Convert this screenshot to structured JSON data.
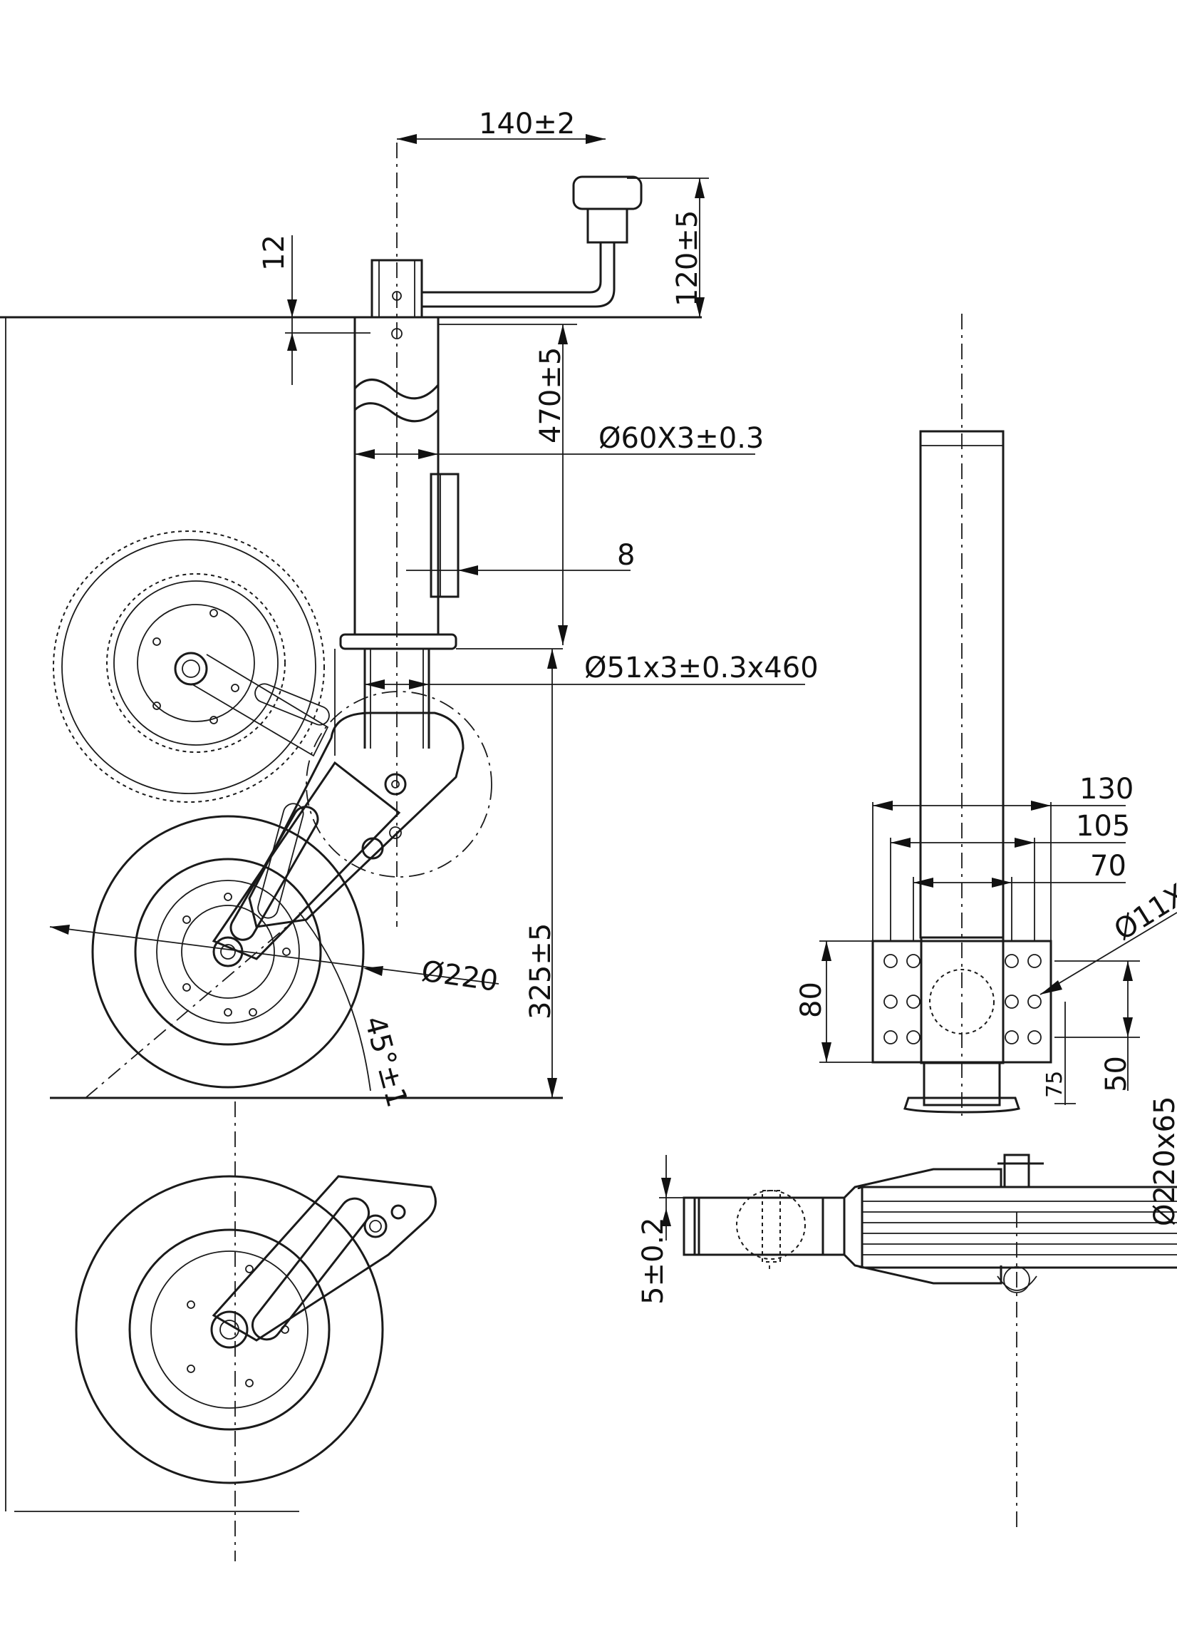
{
  "dimensions": {
    "handle_offset": "140±2",
    "handle_height": "120±5",
    "pin_offset": "12",
    "tube_length": "470±5",
    "outer_tube": "Ø60X3±0.3",
    "rack_width": "8",
    "inner_tube": "Ø51x3±0.3x460",
    "wheel_dia": "Ø220",
    "wheel_height": "325±5",
    "angle": "45°±1",
    "flange_w1": "130",
    "flange_w2": "105",
    "flange_w3": "70",
    "hole_dia": "Ø11X",
    "flange_h": "80",
    "hole_pitch": "50",
    "hole_bottom": "75",
    "tyre": "Ø220x65",
    "plate_thk": "5±0.2"
  }
}
